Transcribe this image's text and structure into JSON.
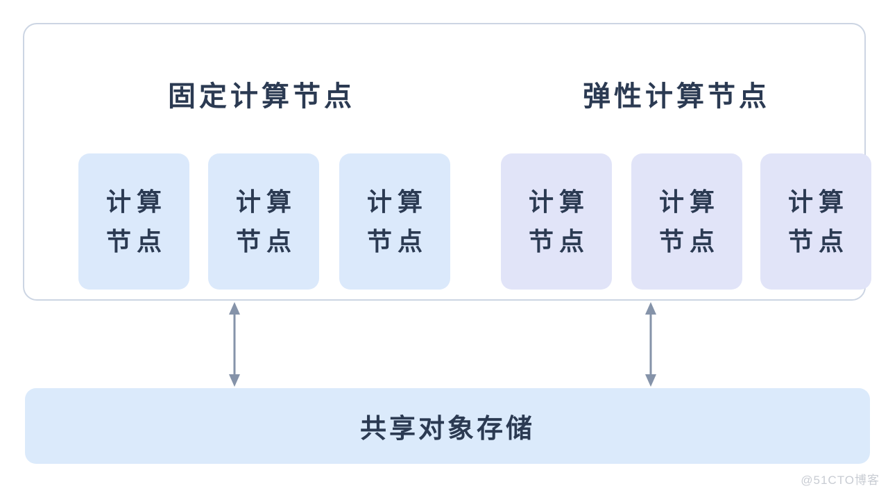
{
  "colors": {
    "container_border": "#ccd5e3",
    "fixed_node_bg": "#dbe9fb",
    "elastic_node_bg": "#e1e4f8",
    "storage_bg": "#dbeafb",
    "arrow": "#8593a9",
    "text": "#2b3a52",
    "watermark": "#c8ccd3",
    "page_bg": "#ffffff"
  },
  "groups": [
    {
      "title": "固定计算节点",
      "nodes": [
        {
          "lines": [
            "计算",
            "节点"
          ]
        },
        {
          "lines": [
            "计算",
            "节点"
          ]
        },
        {
          "lines": [
            "计算",
            "节点"
          ]
        }
      ]
    },
    {
      "title": "弹性计算节点",
      "nodes": [
        {
          "lines": [
            "计算",
            "节点"
          ]
        },
        {
          "lines": [
            "计算",
            "节点"
          ]
        },
        {
          "lines": [
            "计算",
            "节点"
          ]
        }
      ]
    }
  ],
  "storage": {
    "label": "共享对象存储"
  },
  "watermark": {
    "label": "@51CTO博客"
  }
}
